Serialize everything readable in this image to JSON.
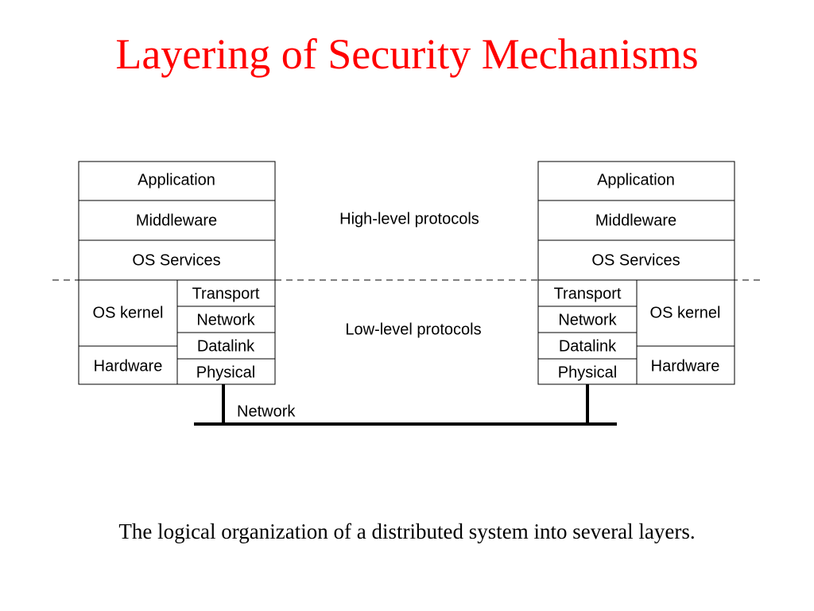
{
  "slide": {
    "title": "Layering of Security Mechanisms",
    "title_color": "#ff0000",
    "caption": "The logical organization of a distributed system into several layers."
  },
  "diagram": {
    "left_stack": {
      "application": "Application",
      "middleware": "Middleware",
      "os_services": "OS Services",
      "os_kernel": "OS kernel",
      "hardware": "Hardware",
      "transport": "Transport",
      "network": "Network",
      "datalink": "Datalink",
      "physical": "Physical"
    },
    "right_stack": {
      "application": "Application",
      "middleware": "Middleware",
      "os_services": "OS Services",
      "os_kernel": "OS kernel",
      "hardware": "Hardware",
      "transport": "Transport",
      "network": "Network",
      "datalink": "Datalink",
      "physical": "Physical"
    },
    "high_level_label": "High-level protocols",
    "low_level_label": "Low-level protocols",
    "network_label": "Network"
  }
}
